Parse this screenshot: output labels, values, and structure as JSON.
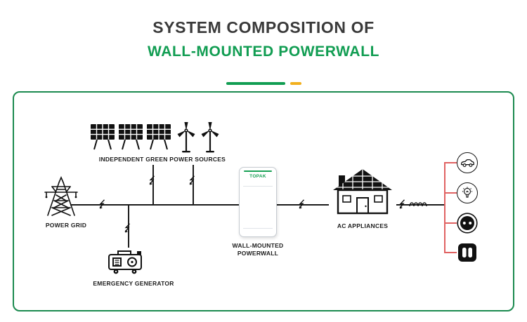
{
  "header": {
    "title_line1": "SYSTEM COMPOSITION OF",
    "title_line2": "WALL-MOUNTED POWERWALL"
  },
  "diagram": {
    "green_sources_label": "INDEPENDENT GREEN POWER SOURCES",
    "power_grid_label": "POWER GRID",
    "generator_label": "EMERGENCY GENERATOR",
    "powerwall_brand": "TOPAK",
    "powerwall_label": "WALL-MOUNTED POWERWALL",
    "powerwall_label_line1": "WALL-MOUNTED",
    "powerwall_label_line2": "POWERWALL",
    "ac_appliances_label": "AC APPLIANCES",
    "appliance_icons": [
      "ev-car",
      "light-bulb",
      "wall-socket",
      "rocker-switch"
    ],
    "colors": {
      "accent_green": "#119d52",
      "accent_yellow": "#f2b01e",
      "panel_border_green": "#1b8a4f",
      "wire_black": "#1b1b1b",
      "wire_red": "#e06262"
    }
  }
}
